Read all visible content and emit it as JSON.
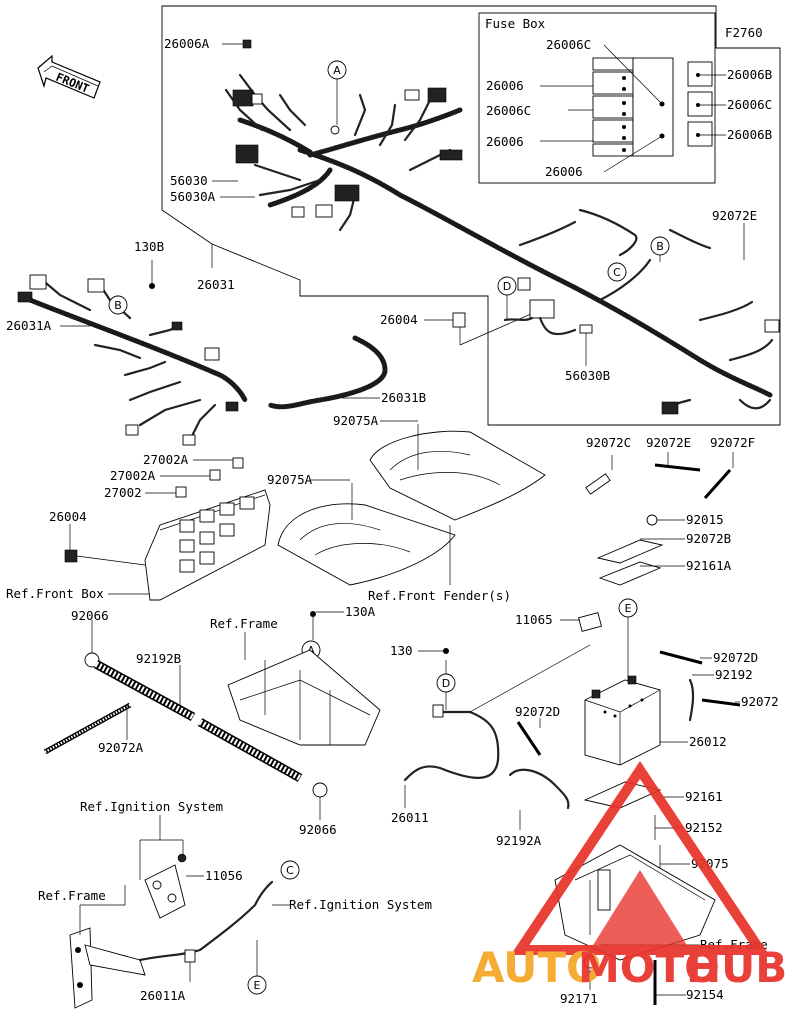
{
  "figure_code": "F2760",
  "front_label": "FRONT",
  "fuse_box": {
    "title": "Fuse Box",
    "left_labels": [
      "26006C",
      "26006",
      "26006C",
      "26006",
      "26006"
    ],
    "right_labels": [
      "26006B",
      "26006C",
      "26006B"
    ]
  },
  "callouts": {
    "A": "A",
    "B": "B",
    "C": "C",
    "D": "D",
    "E": "E"
  },
  "parts": {
    "p26006A": "26006A",
    "p56030": "56030",
    "p56030A": "56030A",
    "p130B": "130B",
    "p26031": "26031",
    "p26031A": "26031A",
    "p26004a": "26004",
    "p56030B": "56030B",
    "p92072E_top": "92072E",
    "p26031B": "26031B",
    "p92075A_a": "92075A",
    "p92075A_b": "92075A",
    "p27002A_a": "27002A",
    "p27002A_b": "27002A",
    "p27002": "27002",
    "p26004b": "26004",
    "p92072C": "92072C",
    "p92072E": "92072E",
    "p92072F": "92072F",
    "p92015": "92015",
    "p92072B": "92072B",
    "p92161A": "92161A",
    "p130A": "130A",
    "p92066_a": "92066",
    "p92192B": "92192B",
    "p92072A": "92072A",
    "p11065": "11065",
    "p130": "130",
    "p92072D_a": "92072D",
    "p92192": "92192",
    "p92072": "92072",
    "p92072D_b": "92072D",
    "p26012": "26012",
    "p92066_b": "92066",
    "p26011": "26011",
    "p92192A": "92192A",
    "p92161": "92161",
    "p92152": "92152",
    "p92075": "92075",
    "p11056": "11056",
    "p26011A": "26011A",
    "p92171": "92171",
    "p92154": "92154"
  },
  "refs": {
    "front_box": "Ref.Front Box",
    "front_fender": "Ref.Front Fender(s)",
    "frame_mid": "Ref.Frame",
    "ignition_top": "Ref.Ignition System",
    "ignition_mid": "Ref.Ignition System",
    "frame_left": "Ref.Frame",
    "frame_right": "Ref.Frame"
  },
  "watermark": {
    "part1": "AUTO",
    "part2": "MOTO",
    "part3": "HUB",
    "color1": "#f5a623",
    "color2": "#e8312a"
  }
}
